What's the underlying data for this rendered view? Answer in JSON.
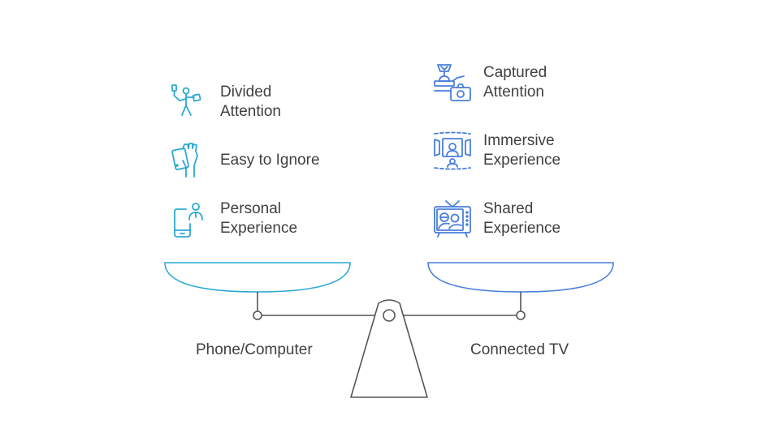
{
  "left_side": {
    "label": "Phone/Computer",
    "color": "#2ba9d2",
    "items": [
      {
        "text": "Divided\nAttention",
        "icon": "juggling-person-icon"
      },
      {
        "text": "Easy to Ignore",
        "icon": "hand-holding-phone-icon"
      },
      {
        "text": "Personal\nExperience",
        "icon": "phone-with-person-icon"
      }
    ]
  },
  "right_side": {
    "label": "Connected TV",
    "color": "#4a7fdc",
    "items": [
      {
        "text": "Captured\nAttention",
        "icon": "trophy-camera-icon"
      },
      {
        "text": "Immersive\nExperience",
        "icon": "immersive-viewer-icon"
      },
      {
        "text": "Shared\nExperience",
        "icon": "tv-with-people-icon"
      }
    ]
  },
  "colors": {
    "scale": "#555555",
    "text": "#404040"
  }
}
